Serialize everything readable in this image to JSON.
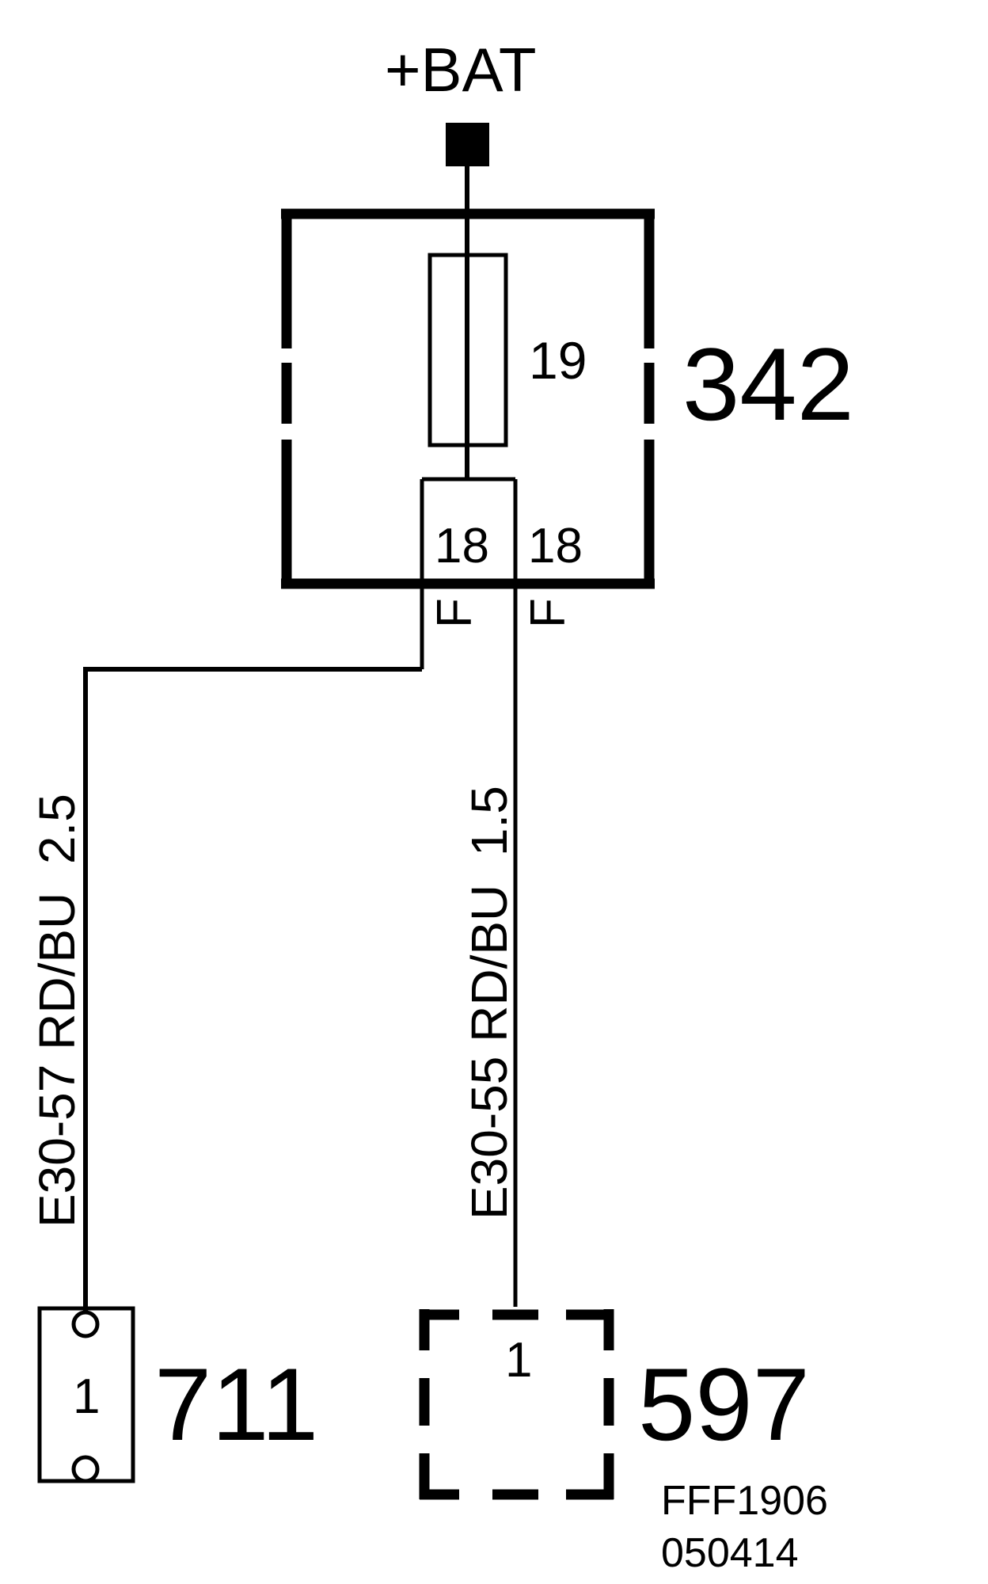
{
  "supply": {
    "label": "+BAT"
  },
  "fuse_box": {
    "id": "342",
    "fuse_number": "19"
  },
  "terminals": [
    {
      "pin": "18",
      "suffix": "F"
    },
    {
      "pin": "18",
      "suffix": "F"
    }
  ],
  "wires": [
    {
      "label": "E30-57 RD/BU  2.5"
    },
    {
      "label": "E30-55 RD/BU  1.5"
    }
  ],
  "components": [
    {
      "id": "711",
      "pin": "1"
    },
    {
      "id": "597",
      "pin": "1"
    }
  ],
  "drawing_code": {
    "line1": "FFF1906",
    "line2": "050414"
  }
}
